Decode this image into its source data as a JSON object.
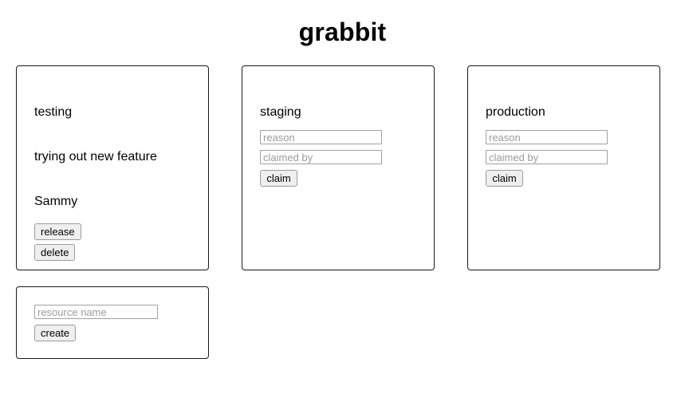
{
  "app": {
    "title": "grabbit"
  },
  "resources": [
    {
      "name": "testing",
      "claimed": true,
      "reason": "trying out new feature",
      "claimed_by": "Sammy",
      "buttons": [
        {
          "label": "release",
          "action": "release"
        },
        {
          "label": "delete",
          "action": "delete"
        }
      ]
    },
    {
      "name": "staging",
      "claimed": false,
      "inputs": [
        {
          "name": "reason",
          "value": "",
          "placeholder": "reason"
        },
        {
          "name": "claimed_by",
          "value": "",
          "placeholder": "claimed by"
        }
      ],
      "buttons": [
        {
          "label": "claim",
          "action": "claim"
        }
      ]
    },
    {
      "name": "production",
      "claimed": false,
      "inputs": [
        {
          "name": "reason",
          "value": "",
          "placeholder": "reason"
        },
        {
          "name": "claimed_by",
          "value": "",
          "placeholder": "claimed by"
        }
      ],
      "buttons": [
        {
          "label": "claim",
          "action": "claim"
        }
      ]
    }
  ],
  "create_form": {
    "input": {
      "value": "",
      "placeholder": "resource name"
    },
    "button_label": "create"
  },
  "colors": {
    "background": "#ffffff",
    "text": "#000000",
    "card_border": "#1a1a1a",
    "input_border": "#a0a0a0",
    "placeholder_text": "#9b9b9b",
    "button_face": "#efefef",
    "button_border": "#9b9b9b"
  }
}
